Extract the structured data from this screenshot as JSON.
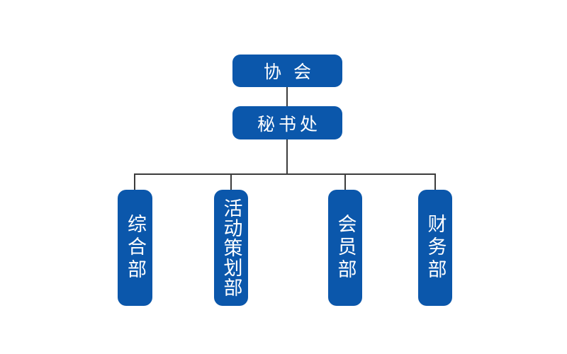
{
  "colors": {
    "node_blue": "#0b57ab",
    "line_dark": "#3c3c3c",
    "text_white": "#ffffff",
    "page_background": "#ffffff"
  },
  "org_chart": {
    "root": {
      "label": "协 会"
    },
    "secretariat": {
      "label": "秘书处"
    },
    "departments": [
      {
        "label": "综合部"
      },
      {
        "label": "活动策划部"
      },
      {
        "label": "会员部"
      },
      {
        "label": "财务部"
      }
    ]
  }
}
